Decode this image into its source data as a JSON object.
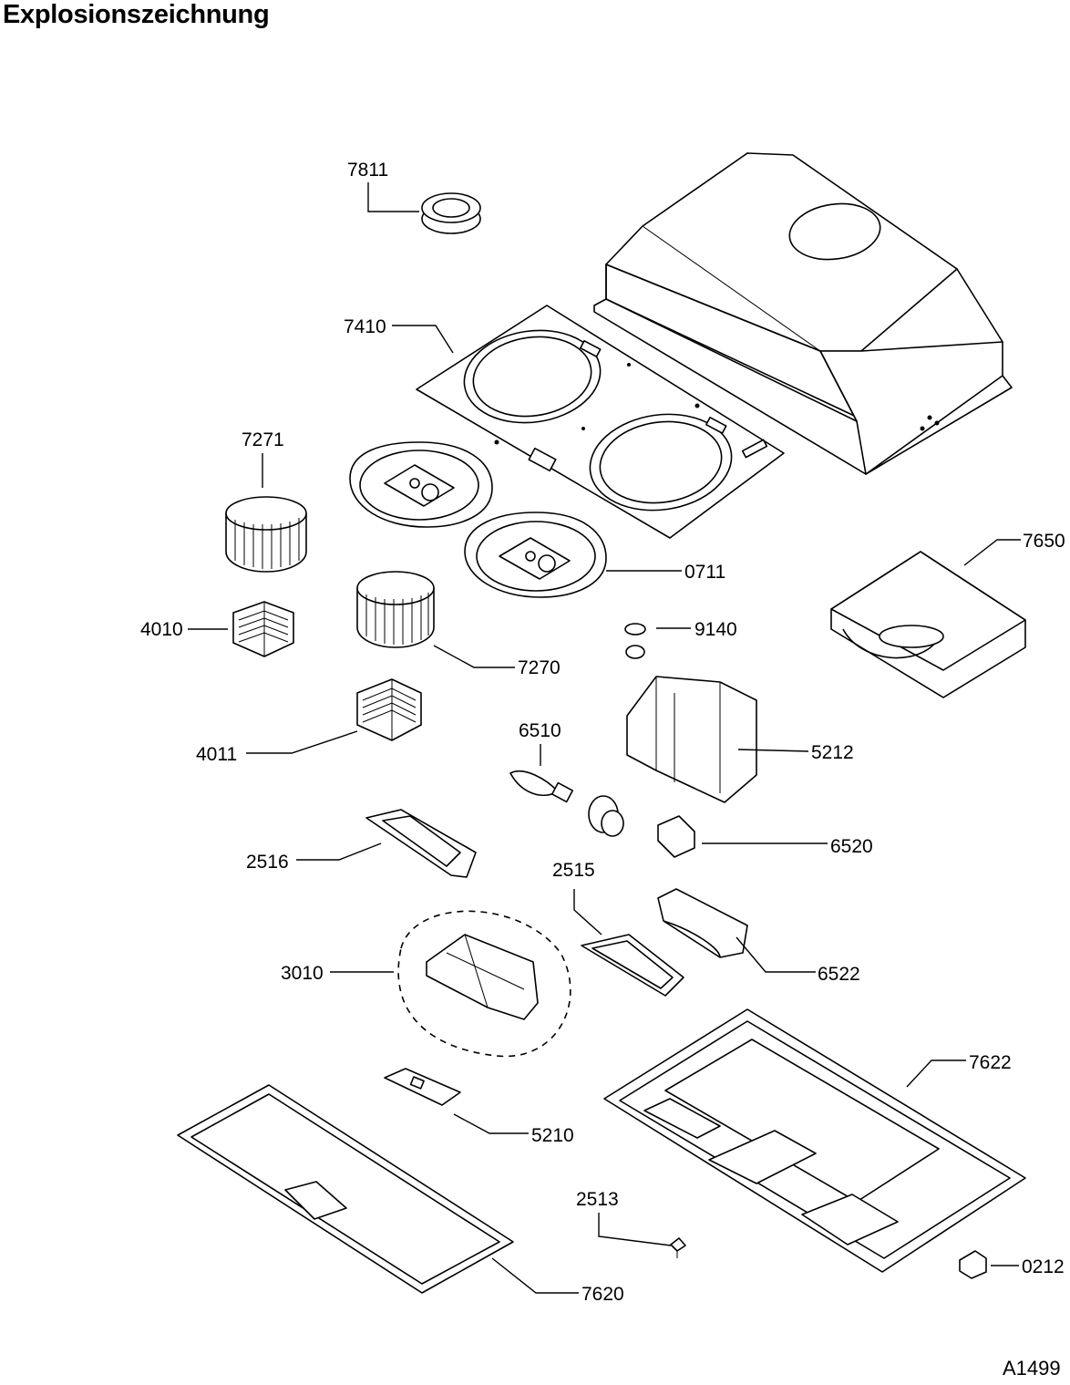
{
  "title": "Explosionszeichnung",
  "drawing_id": "A1499",
  "parts": {
    "p7811": "7811",
    "p7410": "7410",
    "p7271": "7271",
    "p4010": "4010",
    "p7270": "7270",
    "p4011": "4011",
    "p0711": "0711",
    "p7650": "7650",
    "p9140": "9140",
    "p6510": "6510",
    "p5212": "5212",
    "p6520": "6520",
    "p2516": "2516",
    "p2515": "2515",
    "p6522": "6522",
    "p3010": "3010",
    "p7622": "7622",
    "p5210": "5210",
    "p2513": "2513",
    "p7620": "7620",
    "p0212": "0212"
  }
}
